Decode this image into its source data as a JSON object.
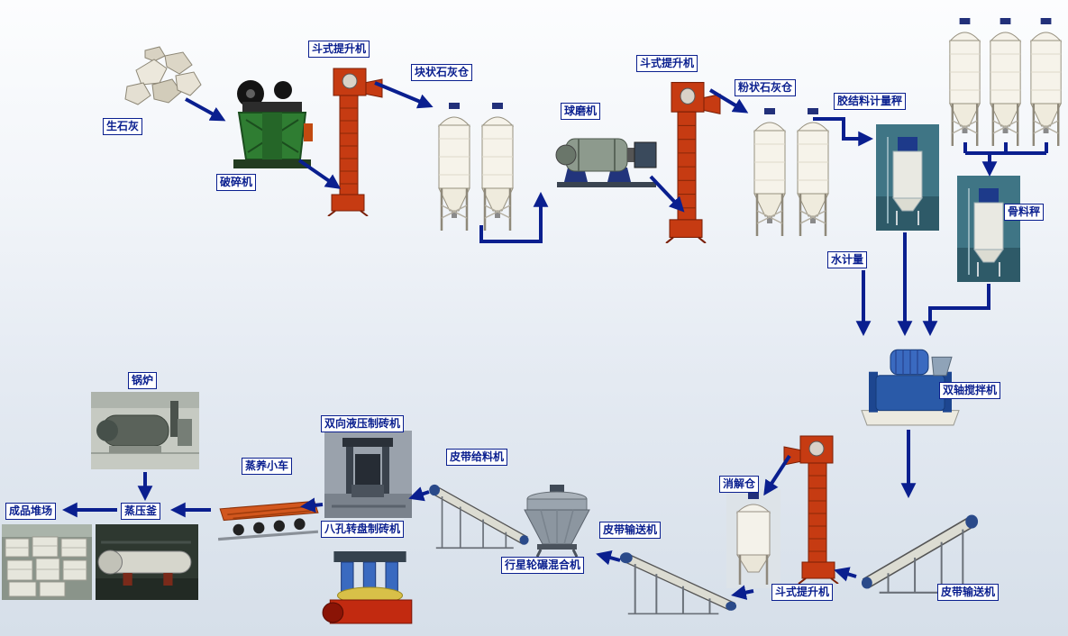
{
  "diagram": {
    "labels": {
      "quicklime": "生石灰",
      "crusher": "破碎机",
      "bucket_elevator_1": "斗式提升机",
      "lump_lime_silo": "块状石灰仓",
      "ball_mill": "球磨机",
      "bucket_elevator_2": "斗式提升机",
      "powder_lime_silo": "粉状石灰仓",
      "binder_scale": "胶结料计量秤",
      "aggregate_scale": "骨料秤",
      "water_meter": "水计量",
      "twin_shaft_mixer": "双轴搅拌机",
      "belt_conveyor_right": "皮带输送机",
      "slaking_silo": "消解仓",
      "bucket_elevator_3": "斗式提升机",
      "belt_conveyor_mid": "皮带输送机",
      "planetary_mixer": "行星轮碾混合机",
      "belt_feeder": "皮带给料机",
      "hydraulic_brick_machine": "双向液压制砖机",
      "rotary_brick_machine": "八孔转盘制砖机",
      "steam_cart": "蒸养小车",
      "autoclave": "蒸压釜",
      "boiler": "锅炉",
      "product_yard": "成品堆场"
    },
    "colors": {
      "arrow": "#0a1f8f",
      "label_border": "#0a1f8f",
      "label_text": "#0a1f8f",
      "elevator_red": "#c63b12",
      "silo_white": "#f6f3ea",
      "crusher_green": "#2f7d32",
      "mixer_blue": "#2a5aa8",
      "press_red": "#c22a10"
    }
  }
}
